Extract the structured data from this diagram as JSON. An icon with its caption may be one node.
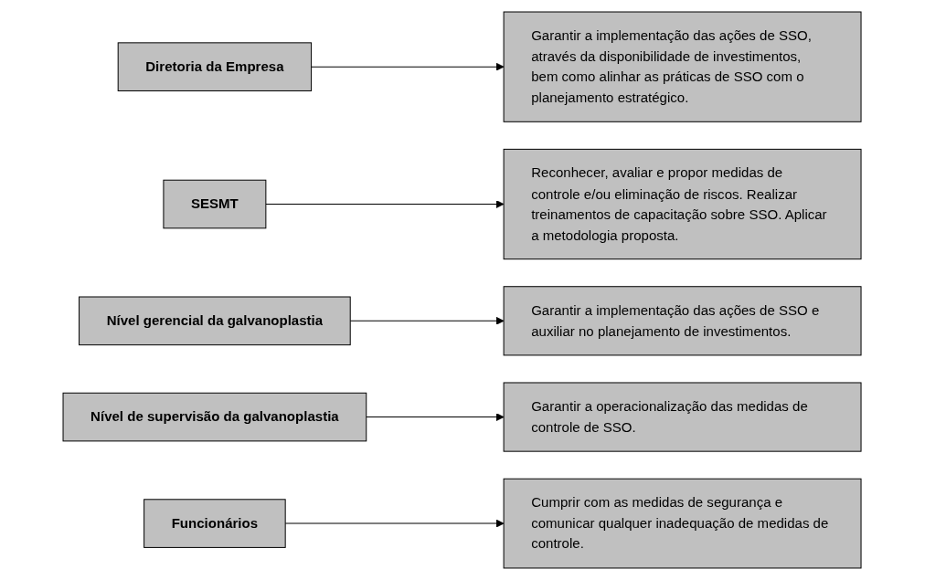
{
  "diagram": {
    "nodes": [
      {
        "text": [
          "Diretoria da Empresa"
        ]
      },
      {
        "text": [
          "Garantir a implementação das ações de SSO, através da disponibilidade de investimentos, bem como alinhar as práticas de SSO com o planejamento estratégico."
        ]
      },
      {
        "text": [
          "SESMT"
        ]
      },
      {
        "text": [
          "Reconhecer, avaliar e propor medidas de controle e/ou eliminação de riscos. Realizar treinamentos de capacitação sobre SSO. Aplicar a metodologia proposta."
        ]
      },
      {
        "text": [
          "Nível gerencial da galvanoplastia"
        ]
      },
      {
        "text": [
          "Garantir a implementação das ações de SSO e auxiliar no planejamento de investimentos."
        ]
      },
      {
        "text": [
          "Nível de supervisão da galvanoplastia"
        ]
      },
      {
        "text": [
          "Garantir a operacionalização das medidas de controle de SSO."
        ]
      },
      {
        "text": [
          "Funcionários"
        ]
      },
      {
        "text": [
          "Cumprir com as medidas de segurança e comunicar qualquer inadequação de medidas de controle."
        ]
      }
    ],
    "edges": [
      {
        "from": 0,
        "to": 1,
        "arrow": "to"
      },
      {
        "from": 2,
        "to": 3,
        "arrow": "to"
      },
      {
        "from": 4,
        "to": 5,
        "arrow": "to"
      },
      {
        "from": 6,
        "to": 7,
        "arrow": "to"
      },
      {
        "from": 8,
        "to": 9,
        "arrow": "to"
      }
    ]
  }
}
